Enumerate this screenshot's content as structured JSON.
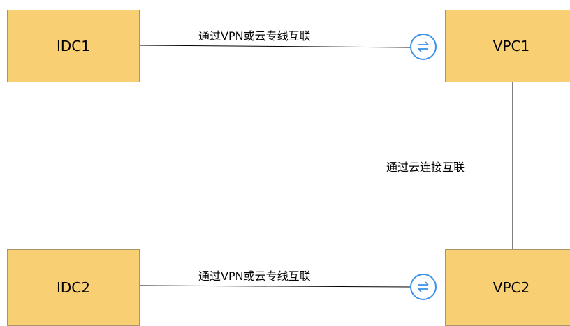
{
  "nodes": {
    "idc1": "IDC1",
    "idc2": "IDC2",
    "vpc1": "VPC1",
    "vpc2": "VPC2"
  },
  "links": {
    "idc1_vpc1": "通过VPN或云专线互联",
    "vpc1_vpc2": "通过云连接互联",
    "idc2_vpc2": "通过VPN或云专线互联"
  },
  "colors": {
    "box_fill": "#f9cf74",
    "box_border": "#a8956a",
    "gateway_icon": "#3c94e8",
    "line": "#000000"
  },
  "icons": {
    "gateway": "vpn-gateway-icon"
  }
}
